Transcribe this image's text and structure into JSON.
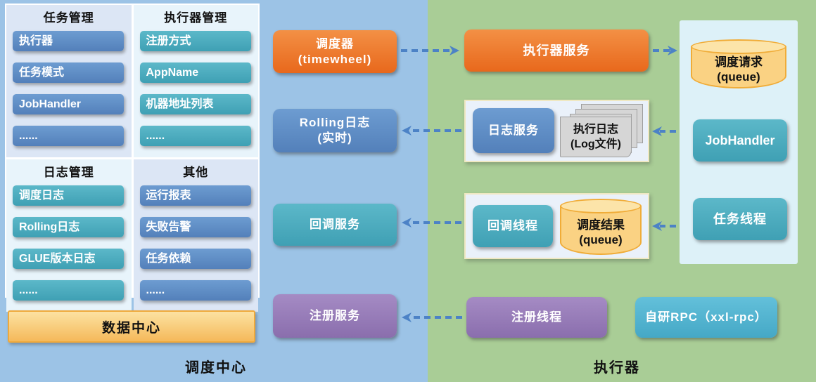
{
  "admin_panel": {
    "groups": [
      {
        "title": "任务管理",
        "items": [
          "执行器",
          "任务模式",
          "JobHandler",
          "......"
        ]
      },
      {
        "title": "执行器管理",
        "items": [
          "注册方式",
          "AppName",
          "机器地址列表",
          "......"
        ]
      },
      {
        "title": "日志管理",
        "items": [
          "调度日志",
          "Rolling日志",
          "GLUE版本日志",
          "......"
        ]
      },
      {
        "title": "其他",
        "items": [
          "运行报表",
          "失败告警",
          "任务依赖",
          "......"
        ]
      }
    ],
    "datacenter": "数据中心"
  },
  "scheduler_column": {
    "scheduler": {
      "line1": "调度器",
      "line2": "(timewheel)"
    },
    "rolling_log": {
      "line1": "Rolling日志",
      "line2": "(实时)"
    },
    "callback_service": "回调服务",
    "register_service": "注册服务"
  },
  "executor": {
    "executor_service": "执行器服务",
    "log_service": "日志服务",
    "exec_log": {
      "line1": "执行日志",
      "line2": "(Log文件)"
    },
    "callback_thread": "回调线程",
    "result_queue": {
      "line1": "调度结果",
      "line2": "(queue)"
    },
    "register_thread": "注册线程",
    "rpc": "自研RPC（xxl-rpc）",
    "request_queue": {
      "line1": "调度请求",
      "line2": "(queue)"
    },
    "jobhandler": "JobHandler",
    "task_thread": "任务线程"
  },
  "footer": {
    "left_label": "调度中心",
    "right_label": "执行器"
  },
  "colors": {
    "background_left": "#9CC3E6",
    "background_right": "#A9CD96",
    "orange": "#ED7525",
    "blue": "#5B8CC4",
    "teal": "#49AABD",
    "purple": "#9478B6",
    "cyan": "#53B4D0",
    "arrow": "#4C82C6",
    "cylinder_fill": "#FAD283",
    "cylinder_border": "#F0AC38",
    "datacenter_border": "#EFA93B"
  }
}
